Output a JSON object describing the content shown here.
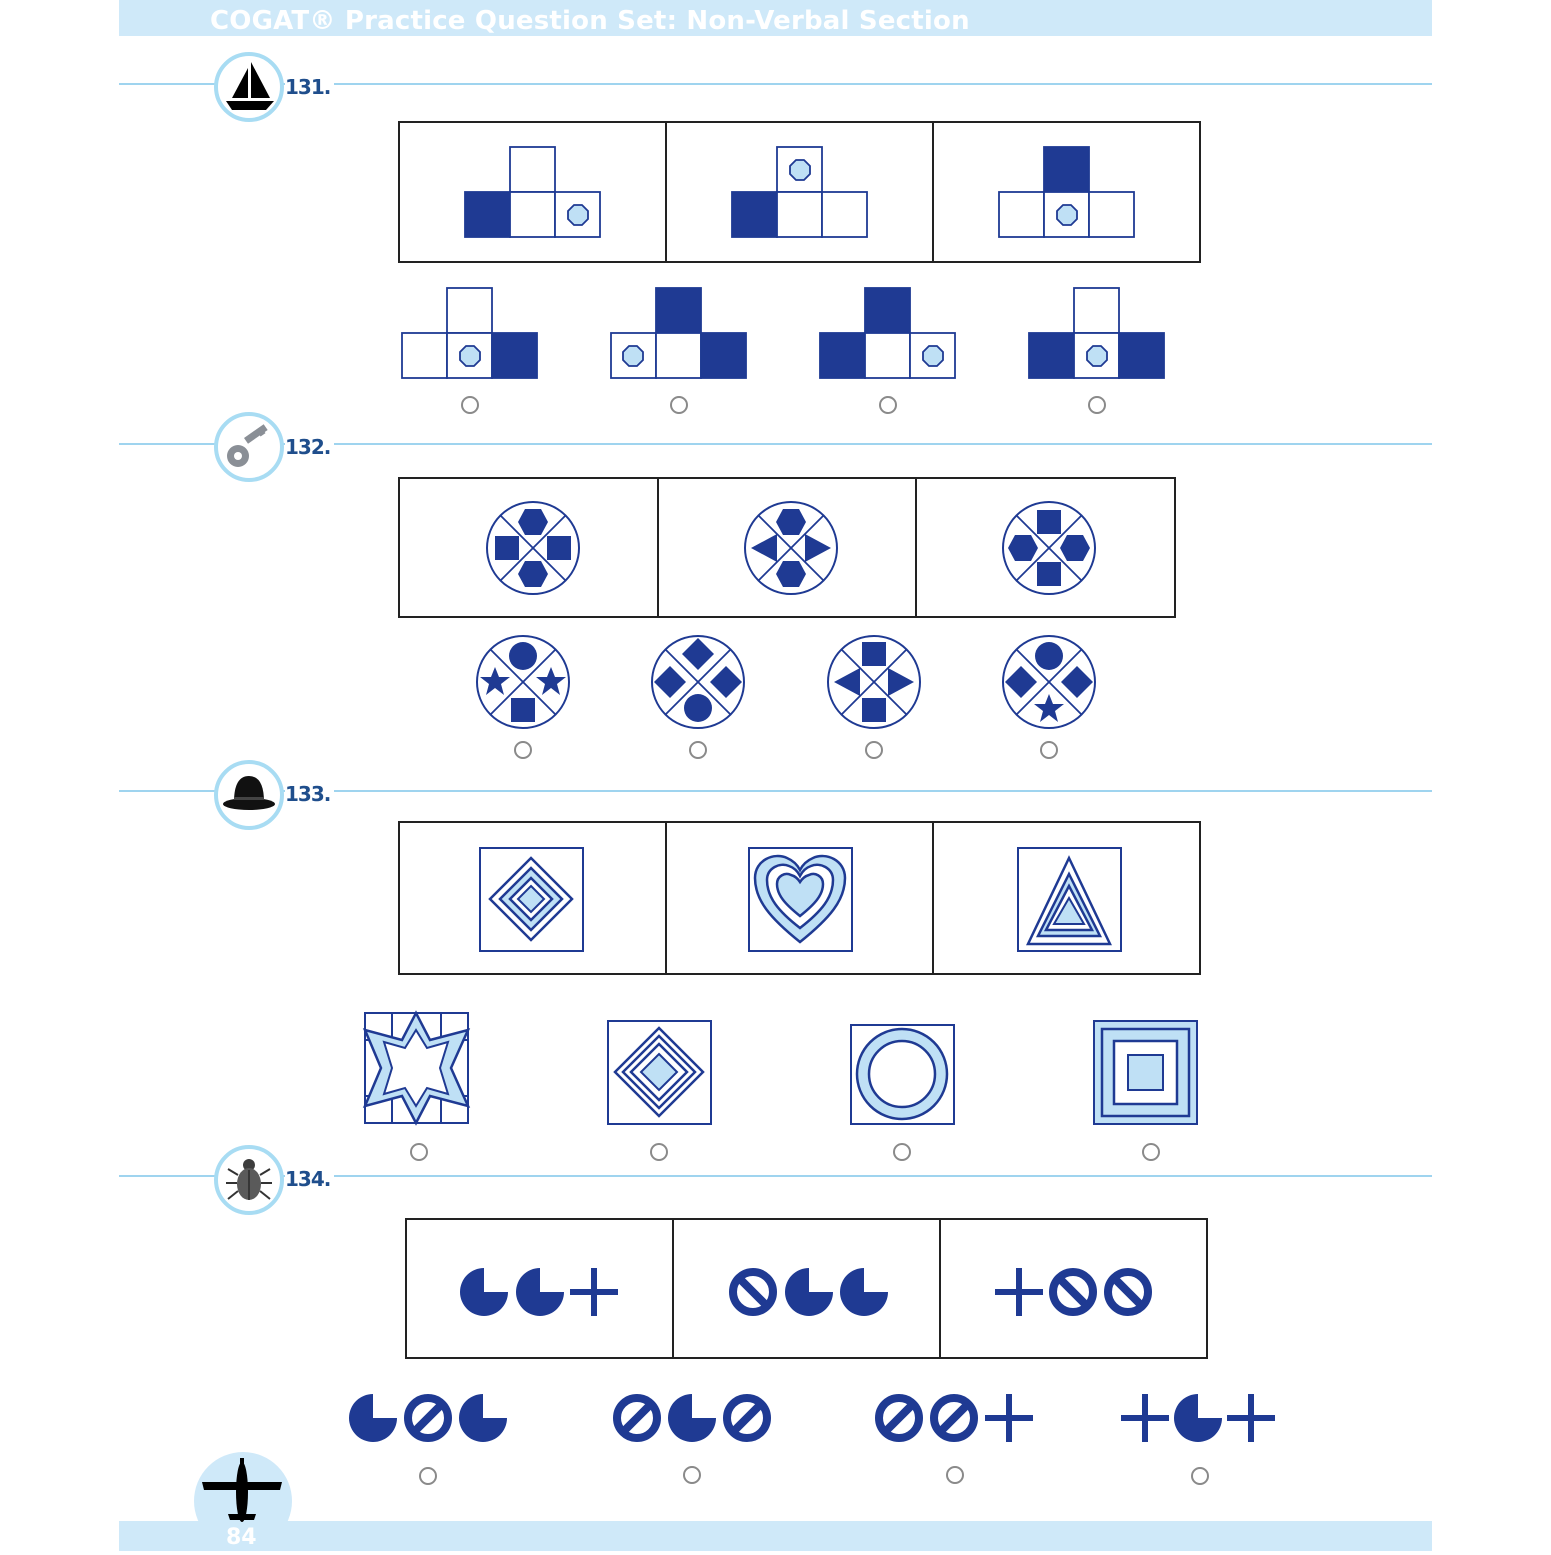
{
  "header": {
    "title": "COGAT® Practice Question Set: Non-Verbal Section"
  },
  "footer": {
    "page_number": "84",
    "icon": "airplane-icon"
  },
  "colors": {
    "navy": "#1f3a93",
    "light_blue": "#bfe0f5",
    "band": "#cfe9f9",
    "rule": "#9fd4ef",
    "number": "#1f4e8c"
  },
  "questions": [
    {
      "number": "131.",
      "icon": "sailboat-icon"
    },
    {
      "number": "132.",
      "icon": "key-icon"
    },
    {
      "number": "133.",
      "icon": "bowler-hat-icon"
    },
    {
      "number": "134.",
      "icon": "beetle-icon"
    }
  ]
}
